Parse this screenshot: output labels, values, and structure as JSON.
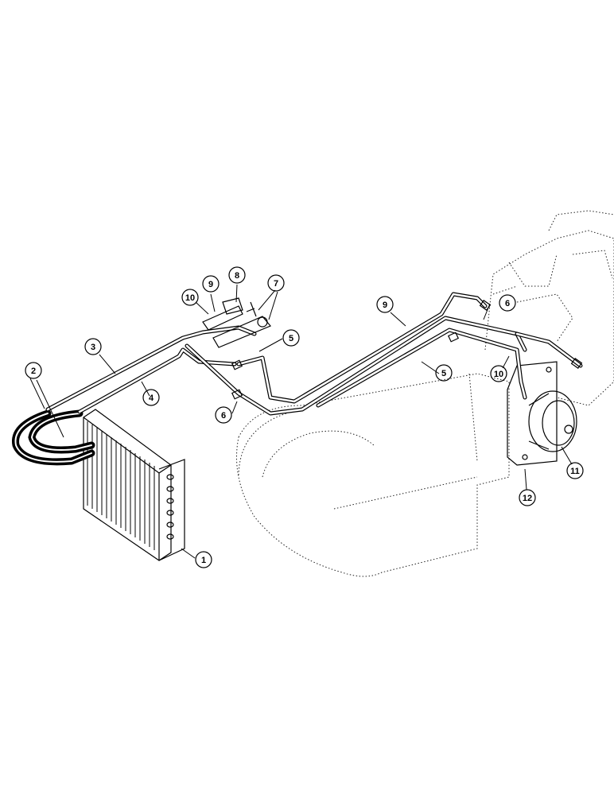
{
  "callouts": [
    {
      "id": "c1",
      "label": "1"
    },
    {
      "id": "c2",
      "label": "2"
    },
    {
      "id": "c3",
      "label": "3"
    },
    {
      "id": "c4",
      "label": "4"
    },
    {
      "id": "c5a",
      "label": "5"
    },
    {
      "id": "c5b",
      "label": "5"
    },
    {
      "id": "c6a",
      "label": "6"
    },
    {
      "id": "c6b",
      "label": "6"
    },
    {
      "id": "c7",
      "label": "7"
    },
    {
      "id": "c8",
      "label": "8"
    },
    {
      "id": "c9a",
      "label": "9"
    },
    {
      "id": "c9b",
      "label": "9"
    },
    {
      "id": "c10a",
      "label": "10"
    },
    {
      "id": "c10b",
      "label": "10"
    },
    {
      "id": "c11",
      "label": "11"
    },
    {
      "id": "c12",
      "label": "12"
    }
  ]
}
